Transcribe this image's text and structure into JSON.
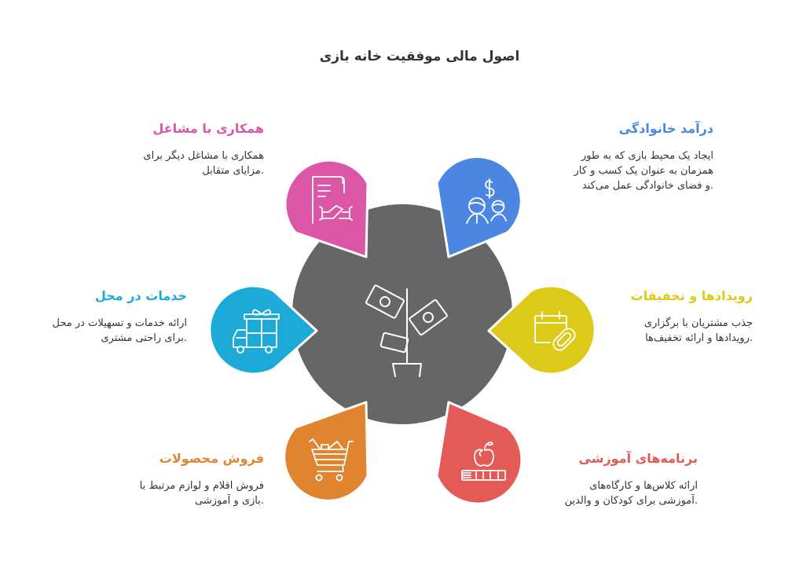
{
  "title": "اصول مالی موفقیت خانه بازی",
  "colors": {
    "center": "#666666",
    "pink": "#DC56A8",
    "blue": "#4B86E2",
    "cyan": "#1EAAD9",
    "yellow": "#DDC917",
    "orange": "#E0842F",
    "red": "#E35A57"
  },
  "center": {
    "icon": "money-plant-icon"
  },
  "items": [
    {
      "id": "collaboration",
      "title": "همکاری با مشاغل",
      "desc1": "همکاری با مشاغل دیگر برای",
      "desc2": ".مزایای متقابل",
      "icon": "contract-handshake-icon",
      "color": "#DC56A8"
    },
    {
      "id": "family-income",
      "title": "درآمد خانوادگی",
      "desc1": "ایجاد یک محیط بازی که به طور",
      "desc2": "همزمان به عنوان یک کسب و کار",
      "desc3": ".و فضای خانوادگی عمل می‌کند",
      "icon": "family-money-icon",
      "color": "#4B86E2"
    },
    {
      "id": "onsite-services",
      "title": "خدمات در محل",
      "desc1": "ارائه خدمات و تسهیلات در محل",
      "desc2": ".برای راحتی مشتری",
      "icon": "delivery-truck-gift-icon",
      "color": "#1EAAD9"
    },
    {
      "id": "events-discounts",
      "title": "رویدادها و تخفیفات",
      "desc1": "جذب مشتریان با برگزاری",
      "desc2": ".رویدادها و ارائه تخفیف‌ها",
      "icon": "calendar-tag-icon",
      "color": "#DDC917"
    },
    {
      "id": "product-sales",
      "title": "فروش محصولات",
      "desc1": "فروش اقلام و لوازم مرتبط با",
      "desc2": ".بازی و آموزشی",
      "icon": "shopping-cart-icon",
      "color": "#E0842F"
    },
    {
      "id": "education-programs",
      "title": "برنامه‌های آموزشی",
      "desc1": "ارائه کلاس‌ها و کارگاه‌های",
      "desc2": ".آموزشی برای کودکان و والدین",
      "icon": "apple-book-icon",
      "color": "#E35A57"
    }
  ]
}
